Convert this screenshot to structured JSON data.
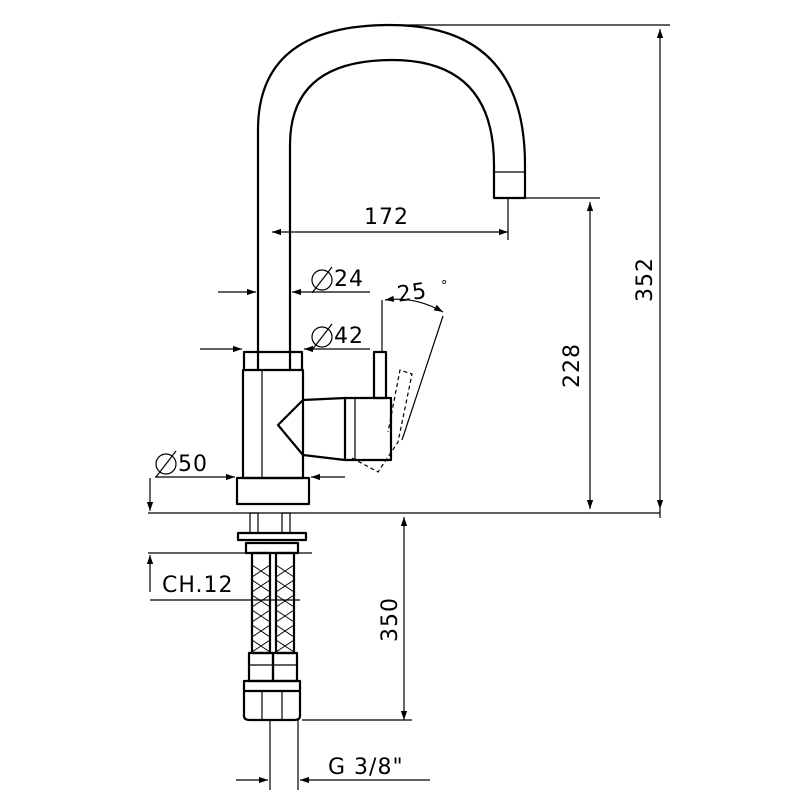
{
  "dimensions": {
    "spout_reach": "172",
    "spout_diameter": "24",
    "lever_diameter": "42",
    "lever_angle": "25",
    "degree_sign": "°",
    "base_diameter": "50",
    "spout_height": "228",
    "total_height": "352",
    "hose_length": "350",
    "wrench_size": "CH.12",
    "thread": "G 3/8\""
  }
}
